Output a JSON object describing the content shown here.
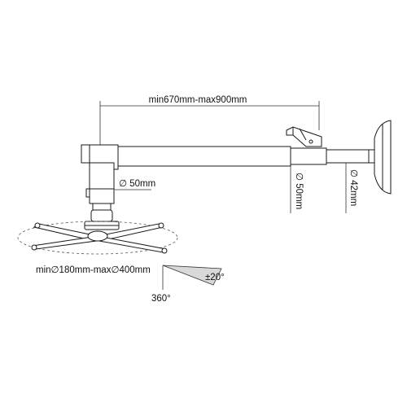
{
  "labels": {
    "arm_length": "min670mm-max900mm",
    "pole_diameter": "50mm",
    "arm_diameter": "50mm",
    "wall_tube_diameter": "42mm",
    "plate_range": "min∅180mm-max∅400mm",
    "tilt_angle": "±20°",
    "rotation": "360°",
    "diameter_symbol": "∅"
  },
  "colors": {
    "line": "#1a1a1a",
    "dim": "#333333",
    "wedge": "#d9d9d9"
  }
}
